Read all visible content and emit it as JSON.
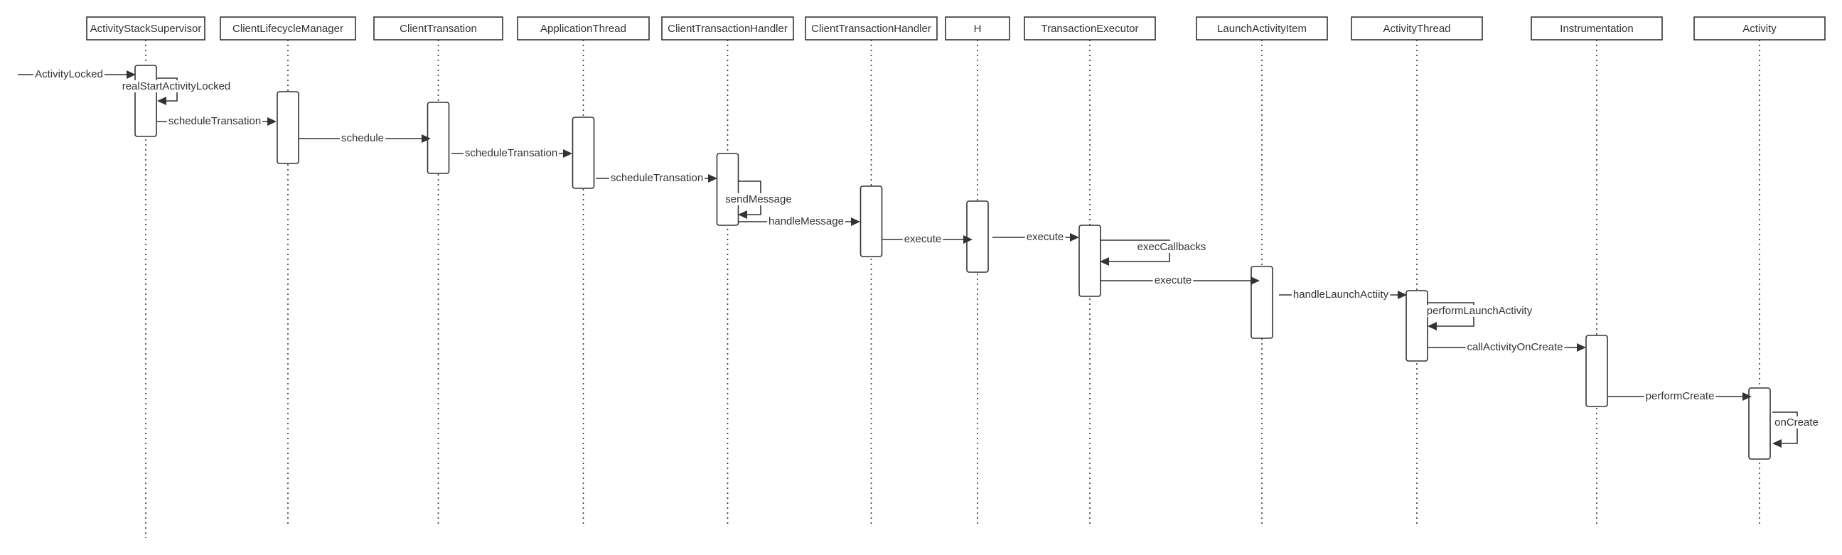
{
  "participants": [
    {
      "id": "p0",
      "label": "ActivityStackSupervisor"
    },
    {
      "id": "p1",
      "label": "ClientLifecycleManager"
    },
    {
      "id": "p2",
      "label": "ClientTransation"
    },
    {
      "id": "p3",
      "label": "ApplicationThread"
    },
    {
      "id": "p4",
      "label": "ClientTransactionHandler"
    },
    {
      "id": "p5",
      "label": "ClientTransactionHandler"
    },
    {
      "id": "p6",
      "label": "H"
    },
    {
      "id": "p7",
      "label": "TransactionExecutor"
    },
    {
      "id": "p8",
      "label": "LaunchActivityItem"
    },
    {
      "id": "p9",
      "label": "ActivityThread"
    },
    {
      "id": "p10",
      "label": "Instrumentation"
    },
    {
      "id": "p11",
      "label": "Activity"
    }
  ],
  "messages": [
    {
      "id": "m0",
      "from": "external",
      "to": "p0",
      "label": "ActivityLocked",
      "self": false
    },
    {
      "id": "m1",
      "from": "p0",
      "to": "p0",
      "label": "realStartActivityLocked",
      "self": true
    },
    {
      "id": "m2",
      "from": "p0",
      "to": "p1",
      "label": "scheduleTransation",
      "self": false
    },
    {
      "id": "m3",
      "from": "p1",
      "to": "p2",
      "label": "schedule",
      "self": false
    },
    {
      "id": "m4",
      "from": "p2",
      "to": "p3",
      "label": "scheduleTransation",
      "self": false
    },
    {
      "id": "m5",
      "from": "p3",
      "to": "p4",
      "label": "scheduleTransation",
      "self": false
    },
    {
      "id": "m6",
      "from": "p4",
      "to": "p4",
      "label": "sendMessage",
      "self": true
    },
    {
      "id": "m7",
      "from": "p4",
      "to": "p5",
      "label": "handleMessage",
      "self": false
    },
    {
      "id": "m8",
      "from": "p5",
      "to": "p6",
      "label": "execute",
      "self": false
    },
    {
      "id": "m9",
      "from": "p6",
      "to": "p7",
      "label": "execute",
      "self": false
    },
    {
      "id": "m10",
      "from": "p7",
      "to": "p7",
      "label": "execCallbacks",
      "self": true
    },
    {
      "id": "m11",
      "from": "p7",
      "to": "p8",
      "label": "execute",
      "self": false
    },
    {
      "id": "m12",
      "from": "p8",
      "to": "p9",
      "label": "handleLaunchActiity",
      "self": false
    },
    {
      "id": "m13",
      "from": "p9",
      "to": "p9",
      "label": "performLaunchActivity",
      "self": true
    },
    {
      "id": "m14",
      "from": "p9",
      "to": "p10",
      "label": "callActivityOnCreate",
      "self": false
    },
    {
      "id": "m15",
      "from": "p10",
      "to": "p11",
      "label": "performCreate",
      "self": false
    },
    {
      "id": "m16",
      "from": "p11",
      "to": "p11",
      "label": "onCreate",
      "self": true
    }
  ]
}
